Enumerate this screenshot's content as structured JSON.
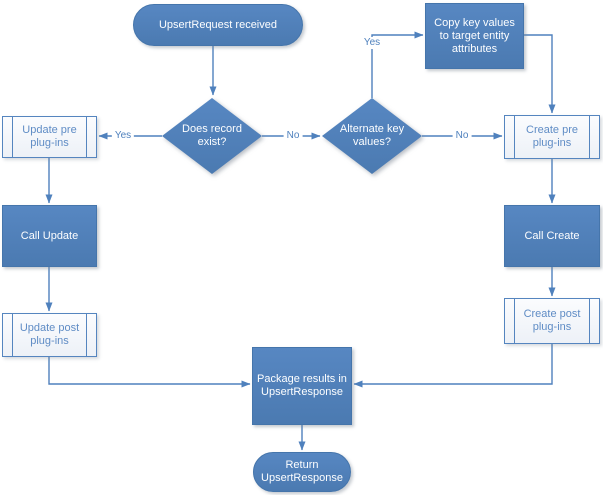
{
  "diagram": {
    "nodes": {
      "start": {
        "label": "UpsertRequest received"
      },
      "copy_keys": {
        "label": "Copy key values to target entity attributes"
      },
      "does_record_exist": {
        "label": "Does record exist?"
      },
      "alternate_key": {
        "label": "Alternate key values?"
      },
      "update_pre": {
        "label": "Update pre plug-ins"
      },
      "call_update": {
        "label": "Call Update"
      },
      "update_post": {
        "label": "Update post plug-ins"
      },
      "create_pre": {
        "label": "Create pre plug-ins"
      },
      "call_create": {
        "label": "Call Create"
      },
      "create_post": {
        "label": "Create post plug-ins"
      },
      "package_results": {
        "label": "Package results in UpsertResponse"
      },
      "return_response": {
        "label": "Return UpsertResponse"
      }
    },
    "edge_labels": {
      "record_exists_yes": "Yes",
      "record_exists_no": "No",
      "alternate_key_yes": "Yes",
      "alternate_key_no": "No"
    },
    "colors": {
      "shape_blue": "#4f81bd",
      "shape_blue_dark": "#4575ab",
      "light_shape_fill": "#f3f6fa",
      "light_shape_text": "#5f8cc5",
      "connector": "#4f81bd",
      "background": "#ffffff"
    }
  }
}
